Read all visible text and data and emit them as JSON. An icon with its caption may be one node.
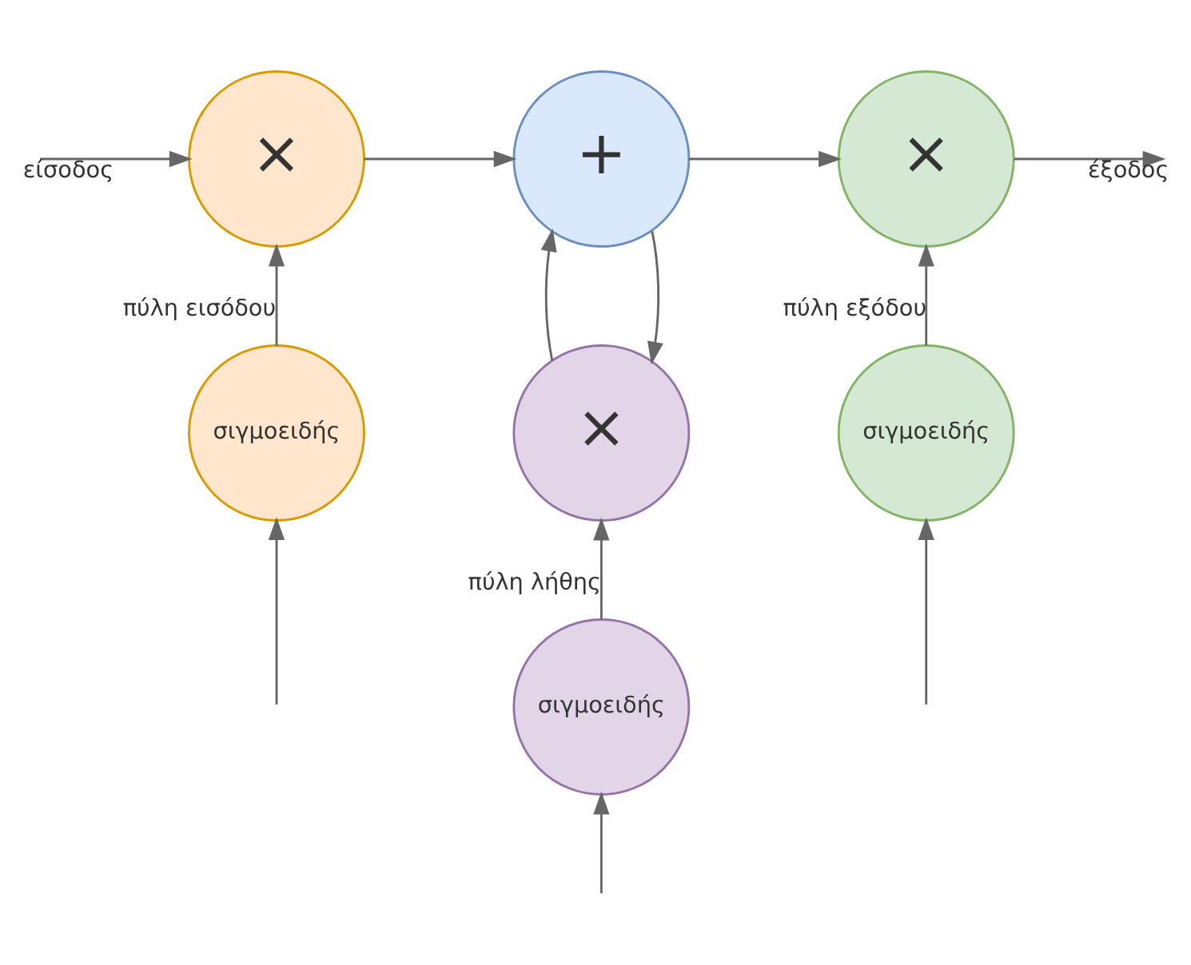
{
  "diagram": {
    "nodes": [
      {
        "text": [
          "×"
        ]
      },
      {
        "text": [
          "+"
        ]
      },
      {
        "text": [
          "×"
        ]
      },
      {
        "text": [
          "σιγμοειδής"
        ]
      },
      {
        "text": [
          "×"
        ]
      },
      {
        "text": [
          "σιγμοειδής"
        ]
      },
      {
        "text": [
          "σιγμοειδής"
        ]
      }
    ],
    "edges": [
      {
        "from": null,
        "to": 0,
        "arrow": "to",
        "label": "είσοδος"
      },
      {
        "from": 0,
        "to": 1,
        "arrow": "to"
      },
      {
        "from": 1,
        "to": 2,
        "arrow": "to"
      },
      {
        "from": 2,
        "to": null,
        "arrow": "to",
        "label": "έξοδος"
      },
      {
        "from": 3,
        "to": 0,
        "arrow": "to",
        "label": "πύλη εισόδου"
      },
      {
        "from": 1,
        "to": 4,
        "arrow": "to"
      },
      {
        "from": 4,
        "to": 1,
        "arrow": "to"
      },
      {
        "from": 5,
        "to": 2,
        "arrow": "to",
        "label": "πύλη εξόδου"
      },
      {
        "from": 6,
        "to": 4,
        "arrow": "to",
        "label": "πύλη λήθης"
      },
      {
        "from": null,
        "to": 3,
        "arrow": "to"
      },
      {
        "from": null,
        "to": 6,
        "arrow": "to"
      },
      {
        "from": null,
        "to": 5,
        "arrow": "to"
      }
    ]
  }
}
